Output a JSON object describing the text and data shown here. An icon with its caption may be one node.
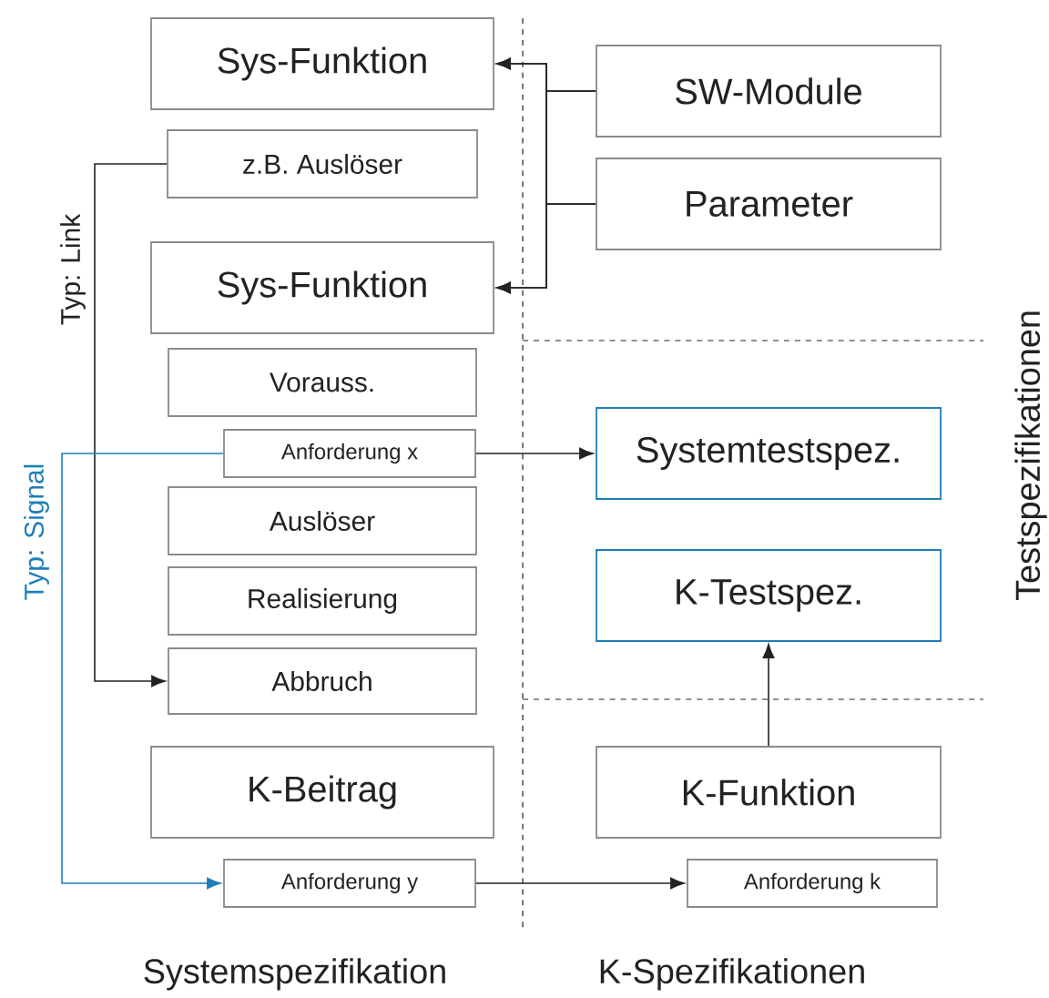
{
  "diagram": {
    "nodes": [
      {
        "text": [
          "Sys-Funktion"
        ]
      },
      {
        "text": [
          "SW-Module"
        ]
      },
      {
        "text": [
          "z.B. Auslöser"
        ]
      },
      {
        "text": [
          "Parameter"
        ]
      },
      {
        "text": [
          "Sys-Funktion"
        ]
      },
      {
        "text": [
          "Vorauss."
        ]
      },
      {
        "text": [
          "Anforderung x"
        ]
      },
      {
        "text": [
          "Systemtestspez."
        ]
      },
      {
        "text": [
          "Auslöser"
        ]
      },
      {
        "text": [
          "Realisierung"
        ]
      },
      {
        "text": [
          "K-Testspez."
        ]
      },
      {
        "text": [
          "Abbruch"
        ]
      },
      {
        "text": [
          "K-Beitrag"
        ]
      },
      {
        "text": [
          "K-Funktion"
        ]
      },
      {
        "text": [
          "Anforderung y"
        ]
      },
      {
        "text": [
          "Anforderung k"
        ]
      }
    ],
    "edges": [
      {
        "from": 1,
        "to": 0,
        "arrow": "to"
      },
      {
        "from": 1,
        "to": 4,
        "arrow": "to"
      },
      {
        "from": 3,
        "to": 0,
        "arrow": "to"
      },
      {
        "from": 3,
        "to": 4,
        "arrow": "to"
      },
      {
        "from": 2,
        "to": 11,
        "arrow": "to",
        "label": "Typ: Link"
      },
      {
        "from": 6,
        "to": 7,
        "arrow": "to"
      },
      {
        "from": 6,
        "to": 14,
        "arrow": "to",
        "label": "Typ: Signal",
        "color": "#1f7fb8"
      },
      {
        "from": 13,
        "to": 10,
        "arrow": "to"
      },
      {
        "from": 14,
        "to": 15,
        "arrow": "to"
      }
    ],
    "labels": [
      "Systemspezifikation",
      "K-Spezifikationen",
      "Testspezifikationen"
    ]
  }
}
